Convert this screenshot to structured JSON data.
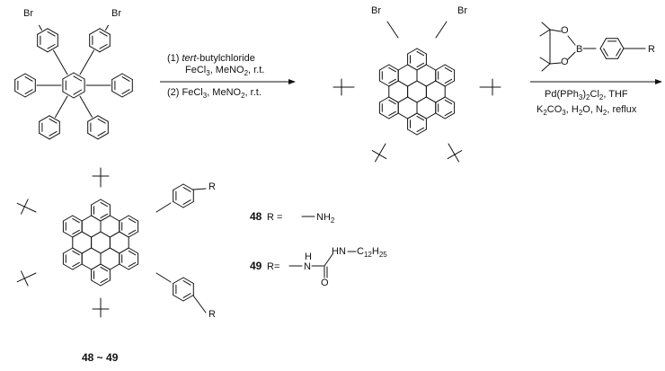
{
  "colors": {
    "ink": "#111111",
    "background": "#ffffff"
  },
  "start_material": {
    "br_left": "Br",
    "br_right": "Br"
  },
  "arrow1": {
    "cond_1_prefix": "(1) ",
    "cond_1_italic": "tert",
    "cond_1_suffix": "-butylchloride",
    "cond_1_line2": "FeCl3, MeNO2, r.t.",
    "cond_2": "(2)  FeCl3, MeNO2, r.t."
  },
  "intermediate": {
    "br_left": "Br",
    "br_right": "Br"
  },
  "boronate": {
    "o_top": "O",
    "o_bottom": "O",
    "b": "B",
    "r": "R"
  },
  "arrow2": {
    "line1": "Pd(PPh3)2Cl2, THF",
    "line2": "K2CO3, H2O, N2, reflux"
  },
  "product": {
    "r_top": "R",
    "r_bottom": "R",
    "label": "48 ~ 49"
  },
  "compound_48": {
    "number": "48",
    "r_eq": "R =",
    "group": "NH2"
  },
  "compound_49": {
    "number": "49",
    "r_eq": "R=",
    "n": "N",
    "h": "H",
    "hn": "HN",
    "chain": "C12H25",
    "o": "O"
  }
}
